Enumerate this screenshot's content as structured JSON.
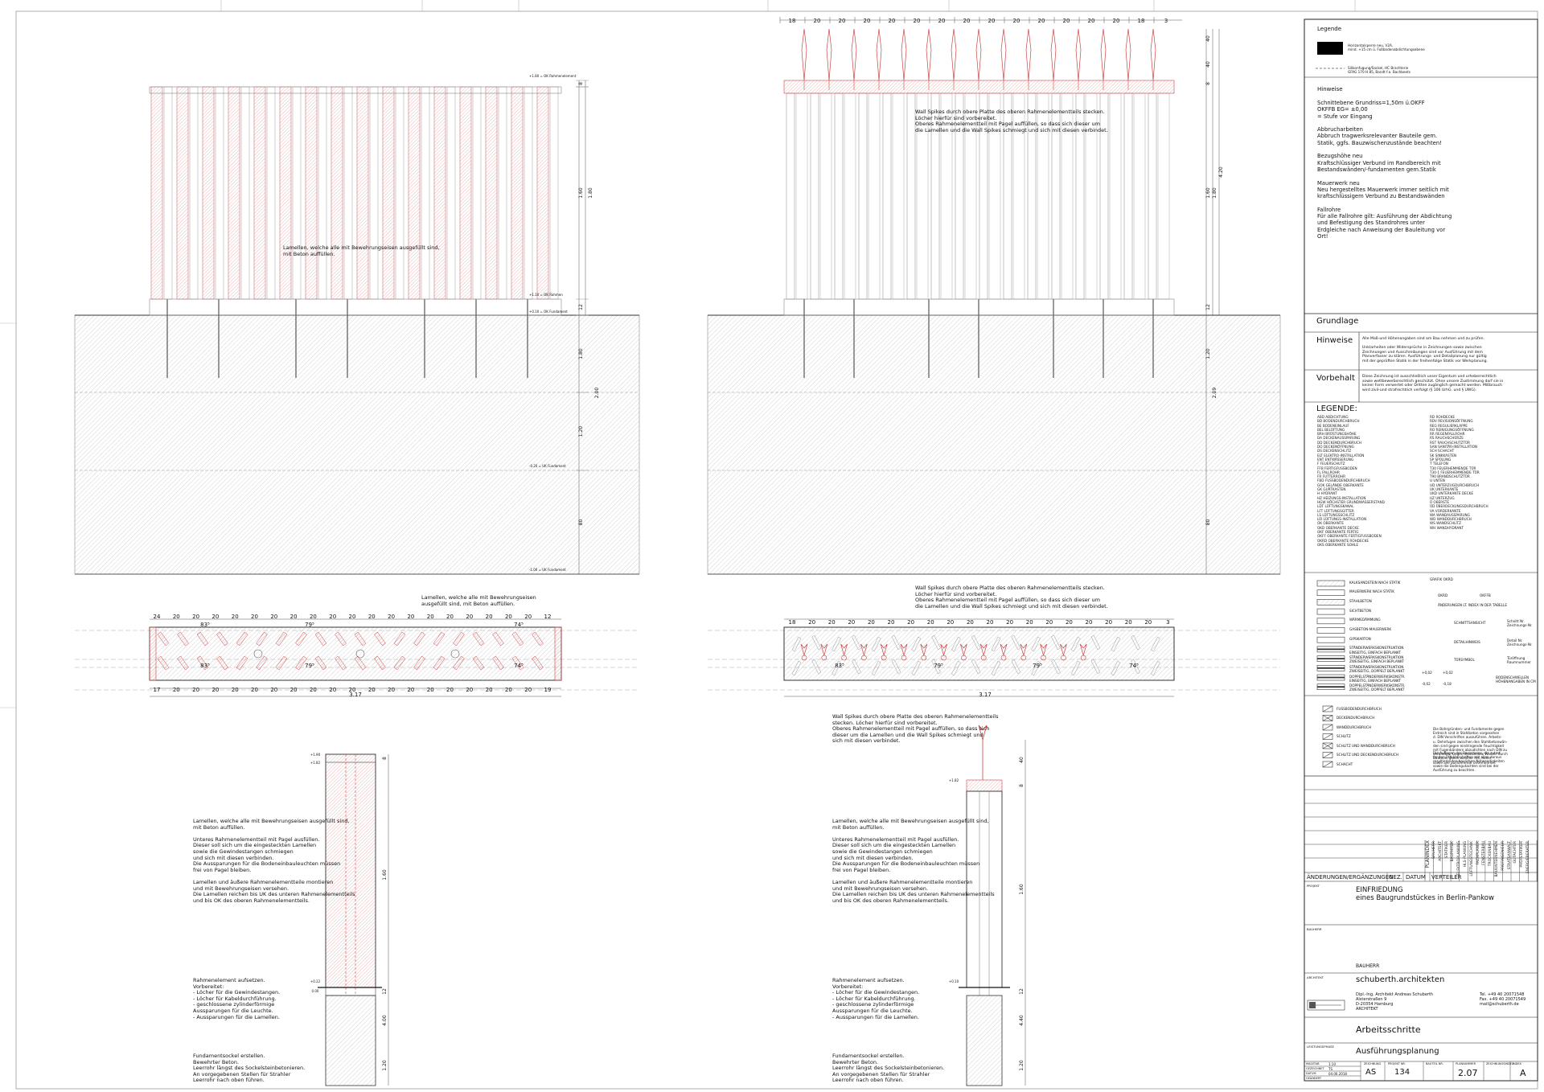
{
  "drawing": {
    "dims_top_left": [
      "8",
      "1.60",
      "1.80",
      "12",
      "1.80",
      "1.20",
      "2.00",
      "80"
    ],
    "dims_top_right": [
      "40",
      "40",
      "8",
      "1.60",
      "1.80",
      "12",
      "4.20",
      "1.20",
      "2.09",
      "80"
    ],
    "spike_dims": [
      "18",
      "20",
      "20",
      "20",
      "20",
      "20",
      "20",
      "20",
      "20",
      "20",
      "20",
      "20",
      "20",
      "20",
      "18",
      "3"
    ],
    "plan_left_top": [
      "24",
      "20",
      "20",
      "20",
      "20",
      "20",
      "20",
      "20",
      "20",
      "20",
      "20",
      "20",
      "20",
      "20",
      "20",
      "20",
      "20",
      "20",
      "20",
      "20",
      "12"
    ],
    "plan_left_sub": [
      "83",
      "79",
      "74"
    ],
    "plan_left_bottom": [
      "17",
      "20",
      "20",
      "20",
      "20",
      "20",
      "20",
      "20",
      "20",
      "20",
      "20",
      "20",
      "20",
      "20",
      "20",
      "20",
      "20",
      "20",
      "20",
      "20",
      "19"
    ],
    "plan_total": "3.17",
    "plan_right_top": [
      "18",
      "20",
      "20",
      "20",
      "20",
      "20",
      "20",
      "20",
      "20",
      "20",
      "20",
      "20",
      "20",
      "20",
      "20",
      "20",
      "20",
      "20",
      "20",
      "3"
    ],
    "plan_right_sub": [
      "83",
      "79",
      "79",
      "74"
    ],
    "elev_labels": [
      "+1.80 = OK Rahmenelement",
      "+1.10 = OK Rahmen",
      "+0.10 = OK Fundament",
      "-0.20 = UK Fundament",
      "-1.00 = UK Fundament"
    ],
    "section_dims_left": [
      "8",
      "1.60",
      "12",
      "4.00",
      "1.20"
    ],
    "section_dims_right": [
      "40",
      "8",
      "1.60",
      "12",
      "4.40",
      "1.20"
    ],
    "level_marks": [
      "+1.90",
      "+1.82",
      "+1.82",
      "+0.10",
      "+0.22",
      "0.00"
    ]
  },
  "notes": {
    "lamellen_top": "Lamellen, welche alle mit Bewehrungseisen ausgefüllt sind,\nmit Beton auffüllen.",
    "spikes_top": "Wall Spikes durch obere Platte des oberen Rahmenelementteils stecken.\nLöcher hierfür sind vorbereitet.\nOberes Rahmenelementteil mit Pagel auffüllen, so dass sich dieser um\ndie Lamellen und die Wall Spikes schmiegt und sich mit diesen verbindet.",
    "lamellen_plan": "Lamellen, welche alle mit Bewehrungseisen\nausgefüllt sind, mit Beton auffüllen.",
    "spikes_plan": "Wall Spikes durch obere Platte des oberen Rahmenelementteils stecken.\nLöcher hierfür sind vorbereitet.\nOberes Rahmenelementteil mit Pagel auffüllen, so dass sich dieser um\ndie Lamellen und die Wall Spikes schmiegt und sich mit diesen verbindet.",
    "spikes_section": "Wall Spikes durch obere Platte des oberen Rahmenelementteils\nstecken. Löcher hierfür sind vorbereitet.\nOberes Rahmenelementteil mit Pagel auffüllen, so dass sich\ndieser um die Lamellen und die Wall Spikes schmiegt und\nsich mit diesen verbindet.",
    "steps_left": "Lamellen, welche alle mit Bewehrungseisen ausgefüllt sind,\nmit Beton auffüllen.\n\nUnteres Rahmenelementteil mit Pagel ausfüllen.\nDieser soll sich um die eingesteckten Lamellen\nsowie die Gewindestangen schmiegen\nund sich mit diesen verbinden.\nDie Aussparungen für die Bodeneinbauleuchten müssen\nfrei von Pagel bleiben.\n\nLamellen und äußere Rahmenelementteile montieren\nund mit Bewehrungseisen versehen.\nDie Lamellen reichen bis UK des unteren Rahmenelementteils\nund bis OK des oberen Rahmenelementteils.",
    "steps_right": "Lamellen, welche alle mit Bewehrungseisen ausgefüllt sind,\nmit Beton auffüllen.\n\nUnteres Rahmenelementteil mit Pagel ausfüllen.\nDieser soll sich um die eingesteckten Lamellen\nsowie die Gewindestangen schmiegen\nund sich mit diesen verbinden.\nDie Aussparungen für die Bodeneinbauleuchten müssen\nfrei von Pagel bleiben.\n\nLamellen und äußere Rahmenelementteile montieren\nund mit Bewehrungseisen versehen.\nDie Lamellen reichen bis UK des unteren Rahmenelementteils\nund bis OK des oberen Rahmenelementteils.",
    "rahmen_left": "Rahmenelement aufsetzen.\nVorbereitet:\n- Löcher für die Gewindestangen.\n- Löcher für Kabeldurchführung.\n- geschlossene zylinderförmige\n  Aussparungen für die Leuchte.\n- Aussparungen für die Lamellen.",
    "rahmen_right": "Rahmenelement aufsetzen.\nVorbereitet:\n- Löcher für die Gewindestangen.\n- Löcher für Kabeldurchführung.\n- geschlossene zylinderförmige\n  Aussparungen für die Leuchte.\n- Aussparungen für die Lamellen.",
    "fund_left": "Fundamentsockel erstellen.\nBewehrter Beton.\nLeerrohr längst des Sockelsteinbetonieren.\nAn vorgegebenen Stellen für Strahler\nLeerrohr nach oben führen.",
    "fund_right": "Fundamentsockel erstellen.\nBewehrter Beton.\nLeerrohr längst des Sockelsteinbetonieren.\nAn vorgegebenen Stellen für Strahler\nLeerrohr nach oben führen."
  },
  "titleblock": {
    "legende_title": "Legende",
    "legende_items": [
      "Horizontalsperre neu, V2A,\nmind. +15 cm ü. Fußbodenabdichtungsebene",
      "Silikonfugung/Sockel, HC Brachterie\nGFAG 170 H 85, Bandt f.a. Bachbeets"
    ],
    "hinweise_title": "Hinweise",
    "hinweise_text": "Schnittebene Grundriss=1,50m ü.OKFF\nOKFFB EG= ±0,00\n= Stufe vor Eingang\n\nAbbrucharbeiten\nAbbruch tragwerksrelevanter Bauteile gem.\nStatik, ggfs. Bauzwischenzustände beachten!\n\nBezugshöhe neu\nKraftschlüssiger Verbund im Randbereich mit\nBestandswänden/-fundamenten gem.Statik\n\nMauerwerk neu\nNeu hergestelltes Mauerwerk immer seitlich mit\nkraftschlüssigem Verbund zu Bestandswänden\n\nFallrohre\nFür alle Fallrohre gilt: Ausführung der Abdichtung\nund Befestigung des Standrohres unter\nErdgleiche nach Anweisung der Bauleitung vor\nOrt!",
    "grundlage": "Grundlage",
    "hinweise2": "Hinweise",
    "hinweise2_text": "Alle Maß-und Höhenangaben sind am Bau nehmen und zu prüfen.\n\nUnklarheiten oder Widersprüche in Zeichnungen sowie zwischen\nZeichnungen und Ausschreibungen sind vor Ausführung mit dem\nPlanverfasser zu klären. Ausführungs- und Detailplanung nur gültig\nmit der geprüften Statik in der freihenfolge Statik vor Werkplanung.",
    "vorbehalt": "Vorbehalt",
    "vorbehalt_text": "Diese Zeichnung ist ausschließlich unser Eigentum und urheberrechtlich\nsowie wettbewerbsrechtlich geschützt. Ohne unsere Zustimmung darf sie in\nkeiner Form verwertet oder Dritten zugänglich gemacht werden. Mißbrauch\nwird zivil-und strafrechtlich verfolgt (§ 106 UrhG. und § UWG).",
    "legende2": "LEGENDE:",
    "abbr_col1": "ABD ABDICHTUNG\nBD BODENDURCHBRUCH\nBE BODENEINLAUF\nBEL BELÜFTUNG\nBRH BRÜSTUNGSHÖHE\nDA DECKENAUSSPARUNG\nDD DECKENDURCHBRUCH\nDO DECKENÖFFNUNG\nDS DECKENSCHLITZ\nELT ELEKTRO-INSTALLATION\nENT ENTWÄSSERUNG\nF FEUERSCHUTZ\nFFB FERTIGFUSSBODEN\nFL FALLROHR\nFR FUTTERROHR\nFBD FUSSBODENDURCHBRUCH\nGOK GELÄNDE OBERKANTE\nGK GURTKASTEN\nH HYDRANT\nHZ HEIZUNGS-INSTALLATION\nHGW HÖCHSTER GRUNDWASSERSTAND\nLDT LÜFTUNGSKANAL\nLFT LÜFTUNGSGITTER\nLS LÜFTUNGSSCHLITZ\nLÜI LÜFTUNGS-INSTALLATION\nOK OBERKANTE\nOKD OBERKANTE DECKE\nOKF OBERKANTE FERTIG\nOKFF OBERKANTE FERTIGFUSSBODEN\nOKRD OBERKANTE ROHDECKE\nOKS OBERKANTE SOHLE",
    "abbr_col2": "RD ROHDECKE\nRDV REVISIONSÖFFNUNG\nREG REGULIERKLAPPE\nRO REINIGUNGSÖFFNUNG\nRR REGENFALLROHR\nRS RAUCHSCHÜRZE\nRST RAUCHSCHUTZTÜR\nSAN SANITÄR-INSTALLATION\nSCH SCHACHT\nSK SINKKASTEN\nSP SPÜLUNG\nT TELEFON\nT30 FEUERHEMMENDE TÜR\nT30-1 FEUERHEMMENDE TÜR\nT90 BRANDSCHUTZTÜR\nU UNTEN\nUD UNTERZUGDURCHBRUCH\nUK UNTERKANTE\nUKD UNTERKANTE DECKE\nUZ UNTERZUG\nÜ OBERSTE\nÜD ÜBERDECKUNGSDURCHBRUCH\nVA VORDERKANTE\nWA WANDAUSSPARUNG\nWD WANDDURCHBRUCH\nWS WANDSCHLITZ\nWH WANDHYDRANT",
    "mat_items": [
      "KALKSANDSTEIN NACH STATIK",
      "MAUERWERK NACH STATIK",
      "STAHLBETON",
      "SICHTBETON",
      "WÄRMEDÄMMUNG",
      "GASBETON-MAUERWERK",
      "GIPSKARTON",
      "STÄNDERWERKSKONSTRUKTION\nEINSEITIG, EINFACH BEPLANKT",
      "STÄNDERWERKSKONSTRUKTION\nZWEISEITIG, EINFACH BEPLANKT",
      "STÄNDERWERKSKONSTRUKTION\nZWEISEITIG, DOPPELT BEPLANKT",
      "DOPPELSTÄNDERWERKSKONSTR.\nEINSEITIG, EINFACH BEPLANKT",
      "DOPPELSTÄNDERWERKSKONSTR.\nZWEISEITIG, DOPPELT BEPLANKT"
    ],
    "sym_items": [
      "GRAFIK OKRD",
      "OKRD",
      "OKFFB",
      "ÄNDERUNGEN LT. INDEX IN DER TABELLE",
      "SCHNITTSANSICHT",
      "DETAILHINWEIS",
      "TÜRSYMBOL",
      "BODENSCHWELLEN HÖHENANGABEN IN CM"
    ],
    "sym_right": [
      "Schnitt Nr.\nZeichnungs-Nr.",
      "Detail Nr.\nZeichnungs-Nr.",
      "Türöffnung\nRaumnummer"
    ],
    "levels_sym": [
      "+0,02",
      "+0,02",
      "-0,02",
      "-0,18"
    ],
    "brk_items": [
      "FUSSBODENDURCHBRUCH",
      "DECKENDURCHBRUCH",
      "WANDDURCHBRUCH",
      "SCHLITZ",
      "SCHLITZ UND WANDDURCHBRUCH",
      "SCHLITZ UND DECKENDURCHBRUCH",
      "SCHACHT"
    ],
    "brk_note": "Die Bohrgründen- und Fundamente gegen\nErdreich sind in Stahlbeton vorgesehen\nd. DIN Vorschriften auszuführen. Arbeits-\nu. Dehnfugen zwischen den Stahlbetonwän-\nden sind gegen eindringende Feuchtigkeit\nmit Fugenbändern abzudichten nach DIN zu\nverbinden. Gegen drückendes Wasser durch\nBauteile, gleich welcher Art, hoher\nsowie alle ausführende Unternehmer.",
    "brk_note2": "Die Auflagen des Bauscheins, die zutref-\nfenden DIN-Vorschriften mit allen daraus\nresultierenden baulichen Notwendigkeiten\nsowie die Bodengutachten sind bei der\nAusführung zu beachten.",
    "planindex": "PLANINDEX",
    "vert_list": [
      "BAUHERR",
      "ARCHITEKT",
      "STATIKER",
      "BAUPHYSIK",
      "ELEKTROPLANUNG",
      "HLS-PLANUNG",
      "LÜFTUNGSTECHNIK",
      "FACHPLANER",
      "FENSTERBAU",
      "TROCKENBAU",
      "BAUUNTERNEHMEN",
      "PRÜFINGENIEUR",
      "STAATSANWALT",
      "GUTACHTER",
      "PRÜFSTATIKER",
      "ENERGIEBERATER"
    ],
    "change_cols": [
      "ÄNDERUNGEN/ERGÄNZUNGEN",
      "GEZ.",
      "DATUM",
      "VERTEILER"
    ],
    "projekt_label": "PROJEKT",
    "projekt": "EINFRIEDUNG\neines Baugrundstückes in Berlin-Pankow",
    "bauherr_label": "BAUHERR",
    "bauherr": "BAUHERR",
    "architekt_label": "ARCHITEKT",
    "architekt": "schuberth.architekten",
    "architekt_addr": "Dipl.-Ing. Architekt Andreas Schuberth\nAlsterstraßen 9\nD-20354 Hamburg\nARCHITEKT",
    "architekt_contact": "Tel. +49 40 20071548\nFax. +49 40 20071549\nmail@schuberth.de",
    "plan_title": "Arbeitsschritte",
    "leistungsphase_label": "LEISTUNGSPHASE",
    "leistungsphase": "Ausführungsplanung",
    "bottom_labels": [
      "MASSTAB",
      "GEZEICHNET",
      "DATUM",
      "GEÄNDERT",
      "ZEICHNUNG",
      "PROJEKT NR.",
      "BAUTEIL NR.",
      "PLANNUMMER",
      "ZEICHNUNGSINDEX",
      "INDEX"
    ],
    "massstab": "1:10",
    "gezeichnet": "TS",
    "datum": "04.06.2018",
    "zeichnung": "AS",
    "projekt_nr": "134",
    "plannummer": "2.07",
    "index": "A"
  }
}
